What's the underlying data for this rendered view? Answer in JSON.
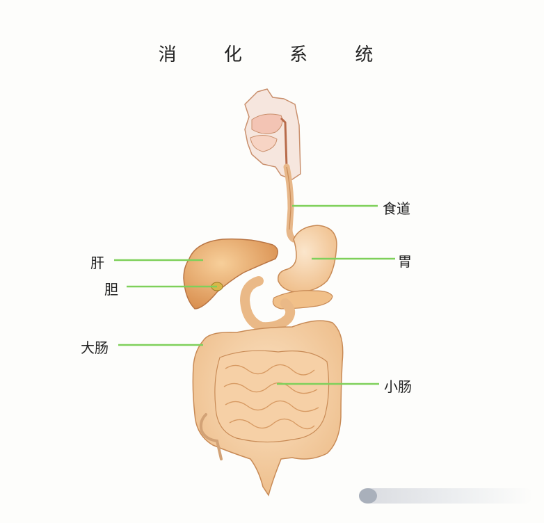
{
  "title": "消 化 系 统",
  "labels": {
    "esophagus": "食道",
    "stomach": "胃",
    "liver": "肝",
    "gallbladder": "胆",
    "large_intestine": "大肠",
    "small_intestine": "小肠"
  },
  "colors": {
    "leader_line": "#7ed05a",
    "organ_fill": "#f2c99a",
    "organ_stroke": "#c88a55",
    "liver": "#e8a66a",
    "background": "#fdfdfb"
  }
}
